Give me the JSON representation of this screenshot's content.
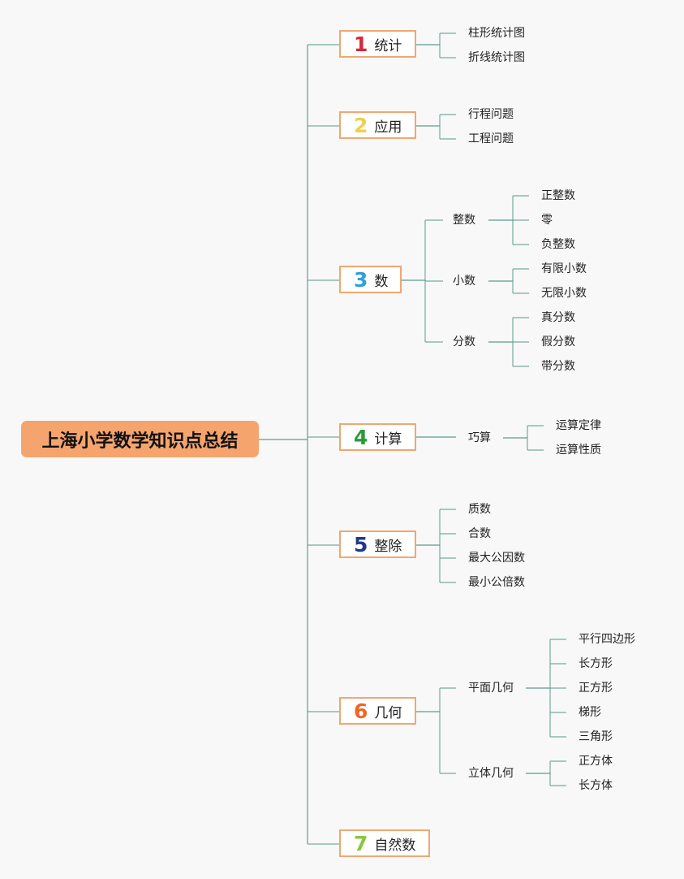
{
  "root": {
    "label": "上海小学数学知识点总结"
  },
  "colors": {
    "line": "#5e9e90",
    "n1": "#d6283b",
    "n2": "#f0d04a",
    "n3": "#2f9fdc",
    "n4": "#2a9a38",
    "n5": "#1f3a8a",
    "n6": "#f26522",
    "n7": "#8cc63f"
  },
  "branches": [
    {
      "num": "1",
      "label": "统计",
      "children": [
        "柱形统计图",
        "折线统计图"
      ]
    },
    {
      "num": "2",
      "label": "应用",
      "children": [
        "行程问题",
        "工程问题"
      ]
    },
    {
      "num": "3",
      "label": "数",
      "groups": [
        {
          "label": "整数",
          "children": [
            "正整数",
            "零",
            "负整数"
          ]
        },
        {
          "label": "小数",
          "children": [
            "有限小数",
            "无限小数"
          ]
        },
        {
          "label": "分数",
          "children": [
            "真分数",
            "假分数",
            "带分数"
          ]
        }
      ]
    },
    {
      "num": "4",
      "label": "计算",
      "groups": [
        {
          "label": "巧算",
          "children": [
            "运算定律",
            "运算性质"
          ]
        }
      ]
    },
    {
      "num": "5",
      "label": "整除",
      "children": [
        "质数",
        "合数",
        "最大公因数",
        "最小公倍数"
      ]
    },
    {
      "num": "6",
      "label": "几何",
      "groups": [
        {
          "label": "平面几何",
          "children": [
            "平行四边形",
            "长方形",
            "正方形",
            "梯形",
            "三角形"
          ]
        },
        {
          "label": "立体几何",
          "children": [
            "正方体",
            "长方体"
          ]
        }
      ]
    },
    {
      "num": "7",
      "label": "自然数"
    }
  ]
}
